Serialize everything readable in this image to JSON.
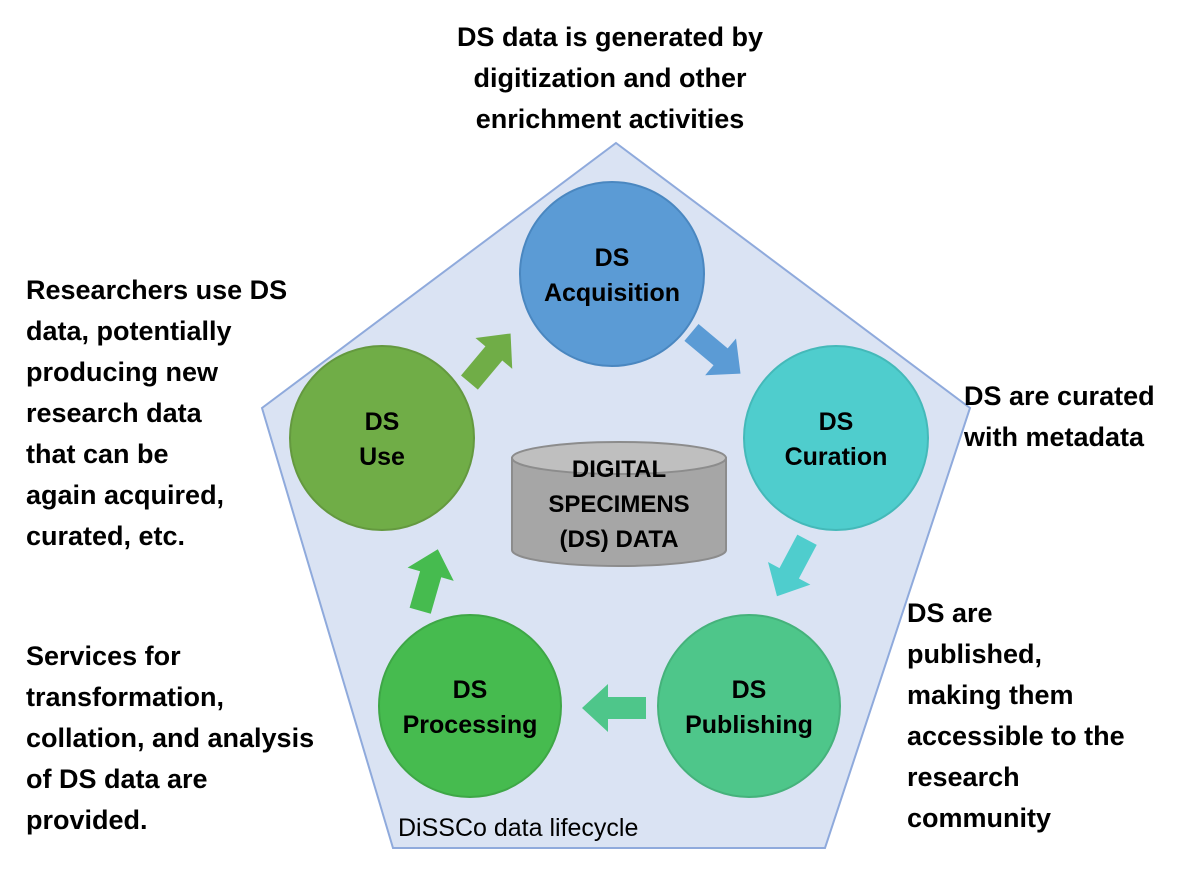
{
  "colors": {
    "pentagon_fill": "#dae3f3",
    "pentagon_stroke": "#8faadc",
    "acquisition": "#5b9bd5",
    "curation": "#4fcdcd",
    "publishing": "#4ec68a",
    "processing": "#46bb4f",
    "use": "#70ad47",
    "database": "#a6a6a6"
  },
  "stages": {
    "acquisition": {
      "line1": "DS",
      "line2": "Acquisition"
    },
    "curation": {
      "line1": "DS",
      "line2": "Curation"
    },
    "publishing": {
      "line1": "DS",
      "line2": "Publishing"
    },
    "processing": {
      "line1": "DS",
      "line2": "Processing"
    },
    "use": {
      "line1": "DS",
      "line2": "Use"
    }
  },
  "database": {
    "line1": "DIGITAL",
    "line2": "SPECIMENS",
    "line3": "(DS) DATA"
  },
  "caption": "DiSSCo data lifecycle",
  "notes": {
    "top": [
      "DS data is generated by",
      "digitization and other",
      "enrichment activities"
    ],
    "left_top": [
      "Researchers use DS",
      "data, potentially",
      "producing new",
      "research data",
      "that can be",
      "again acquired,",
      "curated, etc."
    ],
    "left_bottom": [
      "Services for",
      "transformation,",
      "collation, and analysis",
      "of DS data are",
      "provided."
    ],
    "right_top": [
      "DS are curated",
      "with metadata"
    ],
    "right_bottom": [
      "DS are",
      "published,",
      "making them",
      "accessible to the",
      "research",
      "community"
    ]
  }
}
